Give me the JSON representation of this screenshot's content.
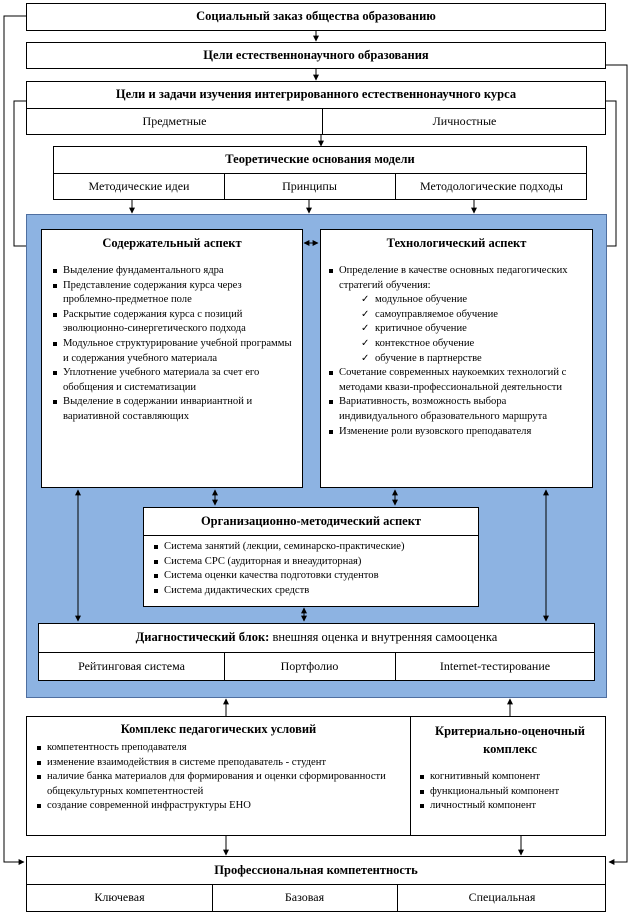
{
  "social_order": "Социальный заказ общества образованию",
  "goals": "Цели естественнонаучного образования",
  "course_goals": {
    "title": "Цели и задачи изучения интегрированного естественнонаучного курса",
    "cells": [
      "Предметные",
      "Личностные"
    ]
  },
  "theory": {
    "title": "Теоретические основания модели",
    "cells": [
      "Методические идеи",
      "Принципы",
      "Методологические подходы"
    ]
  },
  "content_aspect": {
    "title": "Содержательный аспект",
    "items": [
      "Выделение фундаментального ядра",
      "Представление содержания курса через проблемно-предметное поле",
      "Раскрытие содержания курса с позиций эволюционно-синергетического подхода",
      "Модульное структурирование учебной программы и содержания учебного материала",
      "Уплотнение учебного материала за счет его обобщения и систематизации",
      "Выделение в содержании инвариантной и вариативной составляющих"
    ]
  },
  "tech_aspect": {
    "title": "Технологический аспект",
    "intro": "Определение в качестве основных педагогических стратегий обучения:",
    "strategies": [
      "модульное обучение",
      "самоуправляемое обучение",
      "критичное обучение",
      "контекстное обучение",
      "обучение в партнерстве"
    ],
    "items": [
      "Сочетание современных наукоемких технологий с методами квази-профессиональной деятельности",
      "Вариативность, возможность выбора индивидуального образовательного маршрута",
      "Изменение роли вузовского преподавателя"
    ]
  },
  "org_aspect": {
    "title": "Организационно-методический аспект",
    "items": [
      "Система занятий (лекции, семинарско-практические)",
      "Система СРС (аудиторная и внеаудиторная)",
      "Система оценки качества подготовки студентов",
      "Система дидактических средств"
    ]
  },
  "diagnostic": {
    "title_bold": "Диагностический блок:",
    "title_rest": " внешняя оценка и внутренняя самооценка",
    "cells": [
      "Рейтинговая система",
      "Портфолио",
      "Internet-тестирование"
    ]
  },
  "conditions": {
    "title": "Комплекс педагогических условий",
    "items": [
      "компетентность преподавателя",
      "изменение взаимодействия в системе преподаватель - студент",
      "наличие банка материалов для формирования и оценки сформированности общекультурных компетентностей",
      "создание современной инфраструктуры ЕНО"
    ]
  },
  "criteria": {
    "title": "Критериально-оценочный комплекс",
    "items": [
      "когнитивный компонент",
      "функциональный компонент",
      "личностный компонент"
    ]
  },
  "competence": {
    "title": "Профессиональная компетентность",
    "cells": [
      "Ключевая",
      "Базовая",
      "Специальная"
    ]
  },
  "colors": {
    "panel": "#8db3e2",
    "line": "#000000"
  }
}
